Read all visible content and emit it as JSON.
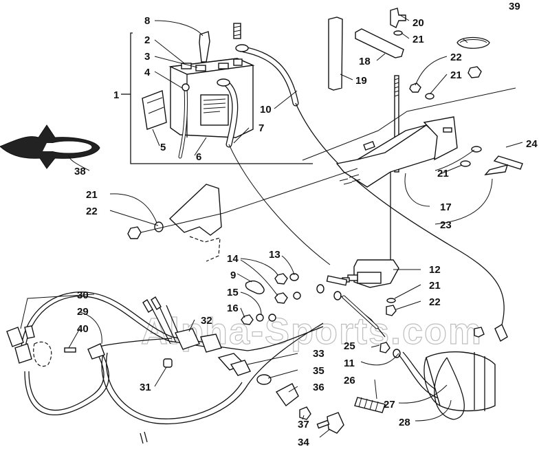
{
  "watermark": "Alpha-Sports.com",
  "parts": [
    {
      "id": "l1",
      "label": "1"
    },
    {
      "id": "l2",
      "label": "2"
    },
    {
      "id": "l3",
      "label": "3"
    },
    {
      "id": "l4",
      "label": "4"
    },
    {
      "id": "l5",
      "label": "5"
    },
    {
      "id": "l6",
      "label": "6"
    },
    {
      "id": "l7",
      "label": "7"
    },
    {
      "id": "l8",
      "label": "8"
    },
    {
      "id": "l9",
      "label": "9"
    },
    {
      "id": "l10",
      "label": "10"
    },
    {
      "id": "l11",
      "label": "11"
    },
    {
      "id": "l12",
      "label": "12"
    },
    {
      "id": "l13",
      "label": "13"
    },
    {
      "id": "l14",
      "label": "14"
    },
    {
      "id": "l15",
      "label": "15"
    },
    {
      "id": "l16",
      "label": "16"
    },
    {
      "id": "l17",
      "label": "17"
    },
    {
      "id": "l18",
      "label": "18"
    },
    {
      "id": "l19",
      "label": "19"
    },
    {
      "id": "l20",
      "label": "20"
    },
    {
      "id": "l21a",
      "label": "21"
    },
    {
      "id": "l21b",
      "label": "21"
    },
    {
      "id": "l21c",
      "label": "21"
    },
    {
      "id": "l21d",
      "label": "21"
    },
    {
      "id": "l21e",
      "label": "21"
    },
    {
      "id": "l22a",
      "label": "22"
    },
    {
      "id": "l22b",
      "label": "22"
    },
    {
      "id": "l22c",
      "label": "22"
    },
    {
      "id": "l23",
      "label": "23"
    },
    {
      "id": "l24",
      "label": "24"
    },
    {
      "id": "l25",
      "label": "25"
    },
    {
      "id": "l26",
      "label": "26"
    },
    {
      "id": "l27",
      "label": "27"
    },
    {
      "id": "l28",
      "label": "28"
    },
    {
      "id": "l29",
      "label": "29"
    },
    {
      "id": "l30",
      "label": "30"
    },
    {
      "id": "l31",
      "label": "31"
    },
    {
      "id": "l32",
      "label": "32"
    },
    {
      "id": "l33",
      "label": "33"
    },
    {
      "id": "l34",
      "label": "34"
    },
    {
      "id": "l35",
      "label": "35"
    },
    {
      "id": "l36",
      "label": "36"
    },
    {
      "id": "l37",
      "label": "37"
    },
    {
      "id": "l38",
      "label": "38"
    },
    {
      "id": "l39",
      "label": "39"
    },
    {
      "id": "l40",
      "label": "40"
    }
  ]
}
